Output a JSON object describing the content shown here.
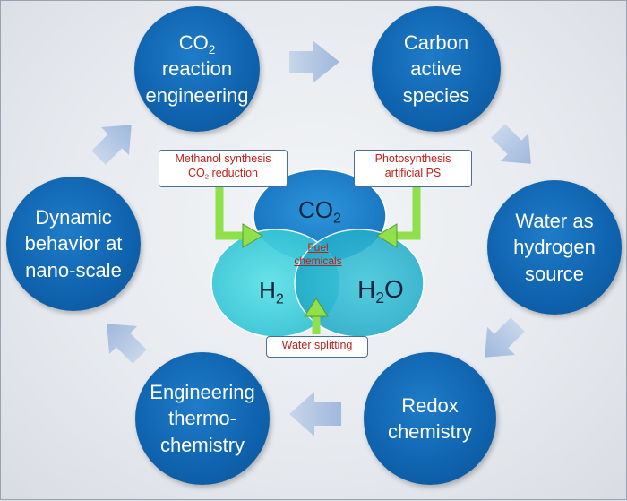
{
  "nodes": {
    "co2_reaction": {
      "line1_main": "CO",
      "line1_sub": "2",
      "line2": "reaction",
      "line3": "engineering"
    },
    "carbon": {
      "line1": "Carbon",
      "line2": "active",
      "line3": "species"
    },
    "water": {
      "line1": "Water as",
      "line2": "hydrogen",
      "line3": "source"
    },
    "redox": {
      "line1": "Redox",
      "line2": "chemistry"
    },
    "engineering": {
      "line1": "Engineering",
      "line2": "thermo-",
      "line3": "chemistry"
    },
    "dynamic": {
      "line1": "Dynamic",
      "line2": "behavior at",
      "line3": "nano-scale"
    }
  },
  "labels": {
    "methanol": {
      "line1": "Methanol synthesis",
      "line2_main": "CO",
      "line2_sub": "2",
      "line2_rest": " reduction"
    },
    "photo": {
      "line1": "Photosynthesis",
      "line2": "artificial PS"
    },
    "water_split": {
      "line1": "Water splitting"
    }
  },
  "venn": {
    "co2_main": "CO",
    "co2_sub": "2",
    "h2_main": "H",
    "h2_sub": "2",
    "h2o_main": "H",
    "h2o_sub": "2",
    "h2o_rest": "O",
    "center_line1": "Fuel",
    "center_line2": "chemicals"
  },
  "colors": {
    "node_blue": "#0f62ad",
    "cycle_arrow": "#a9c0e0",
    "green_arrow": "#8fe04a",
    "label_text": "#c0201b",
    "venn_top": "#1a84cf",
    "venn_left": "#3fd0da",
    "venn_right": "#25b8d0"
  }
}
